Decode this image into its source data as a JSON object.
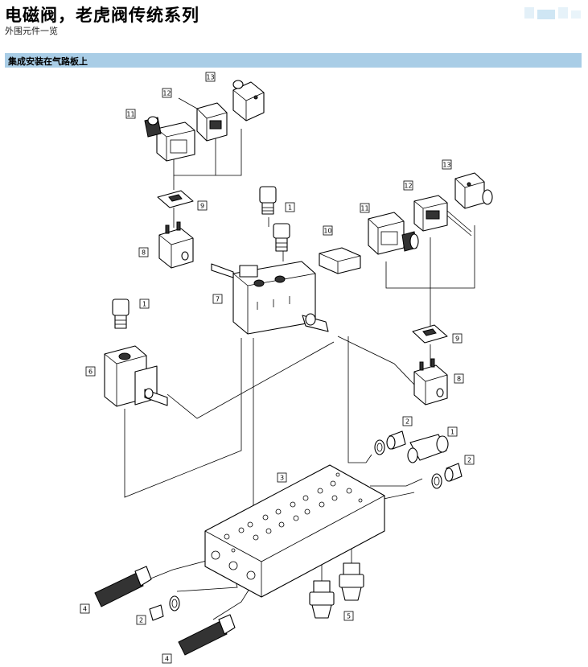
{
  "header": {
    "title": "电磁阀，老虎阀传统系列",
    "subtitle": "外围元件一览"
  },
  "section": {
    "label": "集成安装在气路板上"
  },
  "callouts": [
    "13",
    "12",
    "11",
    "9",
    "1",
    "8",
    "10",
    "13",
    "12",
    "11",
    "1",
    "7",
    "6",
    "9",
    "8",
    "2",
    "1",
    "2",
    "3",
    "4",
    "2",
    "5",
    "4"
  ]
}
